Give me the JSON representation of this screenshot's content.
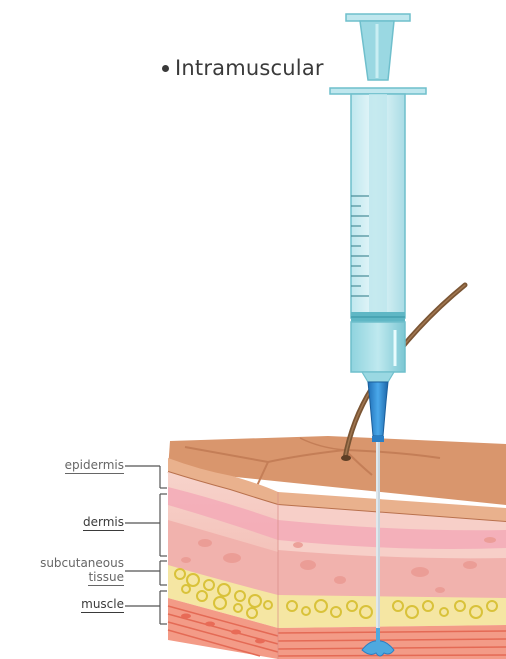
{
  "title": "Intramuscular",
  "layers": [
    {
      "id": "epidermis",
      "label": "epidermis"
    },
    {
      "id": "dermis",
      "label": "dermis"
    },
    {
      "id": "subcutaneous",
      "label_line1": "subcutaneous",
      "label_line2": "tissue"
    },
    {
      "id": "muscle",
      "label": "muscle"
    }
  ],
  "colors": {
    "syringe_barrel": "#cdeef2",
    "syringe_outline": "#7cc9d3",
    "needle_hub": "#2f8fd6",
    "skin_top": "#d89a72",
    "epidermis": "#e8b08c",
    "dermis": "#f6c9c2",
    "fat": "#f3e38f",
    "muscle": "#f08a77",
    "hair": "#7a5534"
  },
  "icons": {
    "syringe": "syringe-icon",
    "hair": "hair-strand"
  }
}
